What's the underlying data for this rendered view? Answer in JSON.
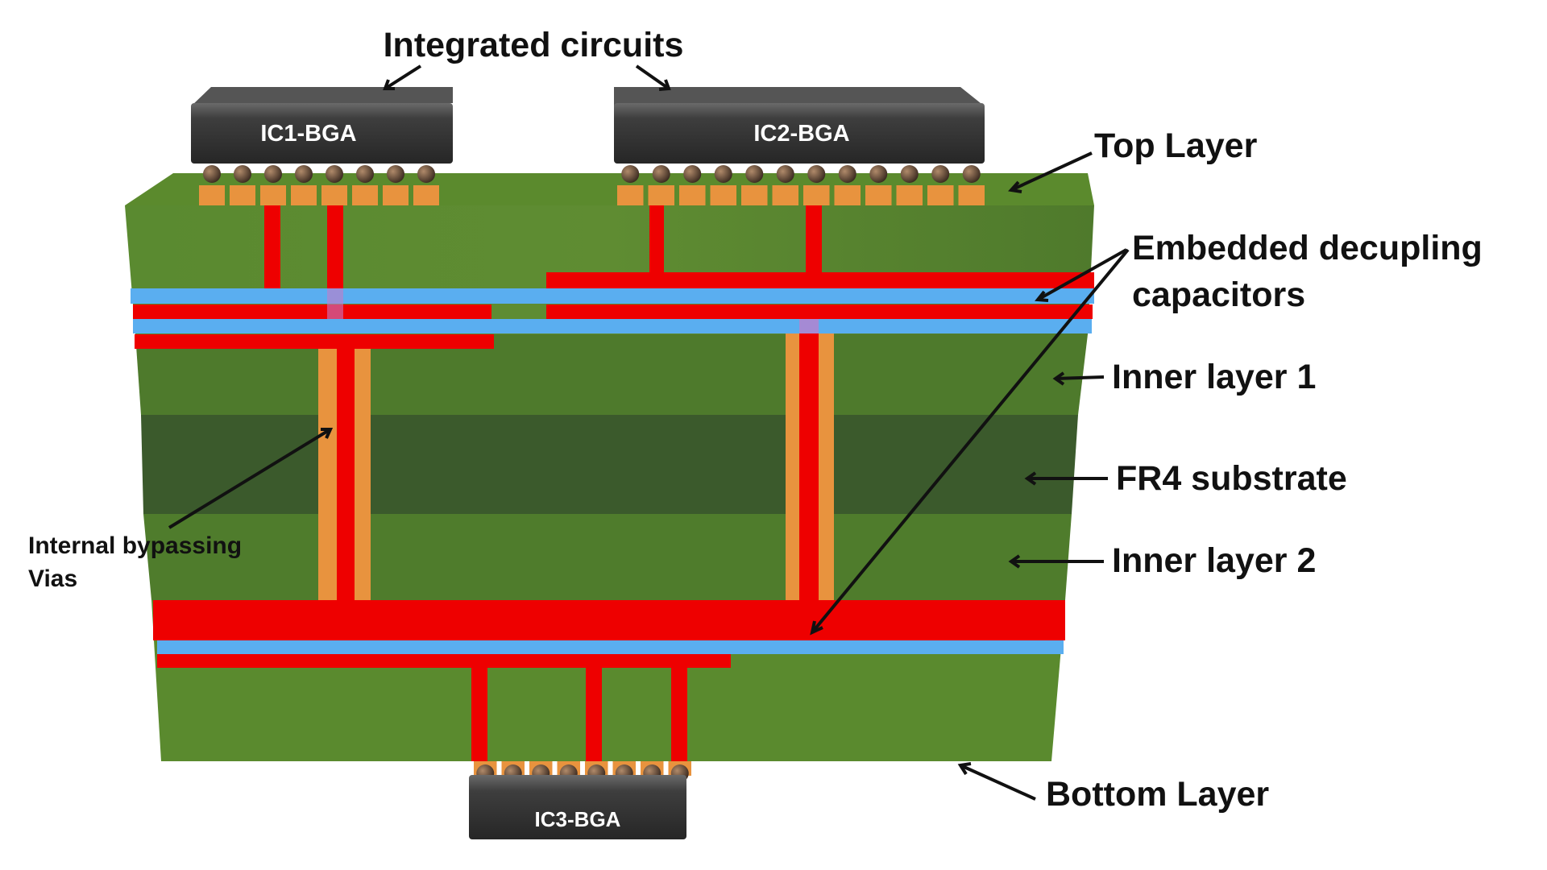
{
  "title": "Integrated circuits",
  "chips": {
    "ic1": "IC1-BGA",
    "ic2": "IC2-BGA",
    "ic3": "IC3-BGA"
  },
  "labels": {
    "top_layer": "Top Layer",
    "embedded_line1": "Embedded decupling",
    "embedded_line2": "capacitors",
    "inner_layer_1": "Inner layer 1",
    "fr4": "FR4 substrate",
    "inner_layer_2": "Inner layer 2",
    "bottom_layer": "Bottom Layer",
    "vias_line1": "Internal bypassing",
    "vias_line2": "Vias"
  },
  "colors": {
    "board_green": "#5f8a32",
    "board_dark": "#3d5a2c",
    "trace_red": "#ee0000",
    "cap_blue": "#5aaef0",
    "copper": "#e8933e",
    "chip_body": "#3a3a3a"
  }
}
